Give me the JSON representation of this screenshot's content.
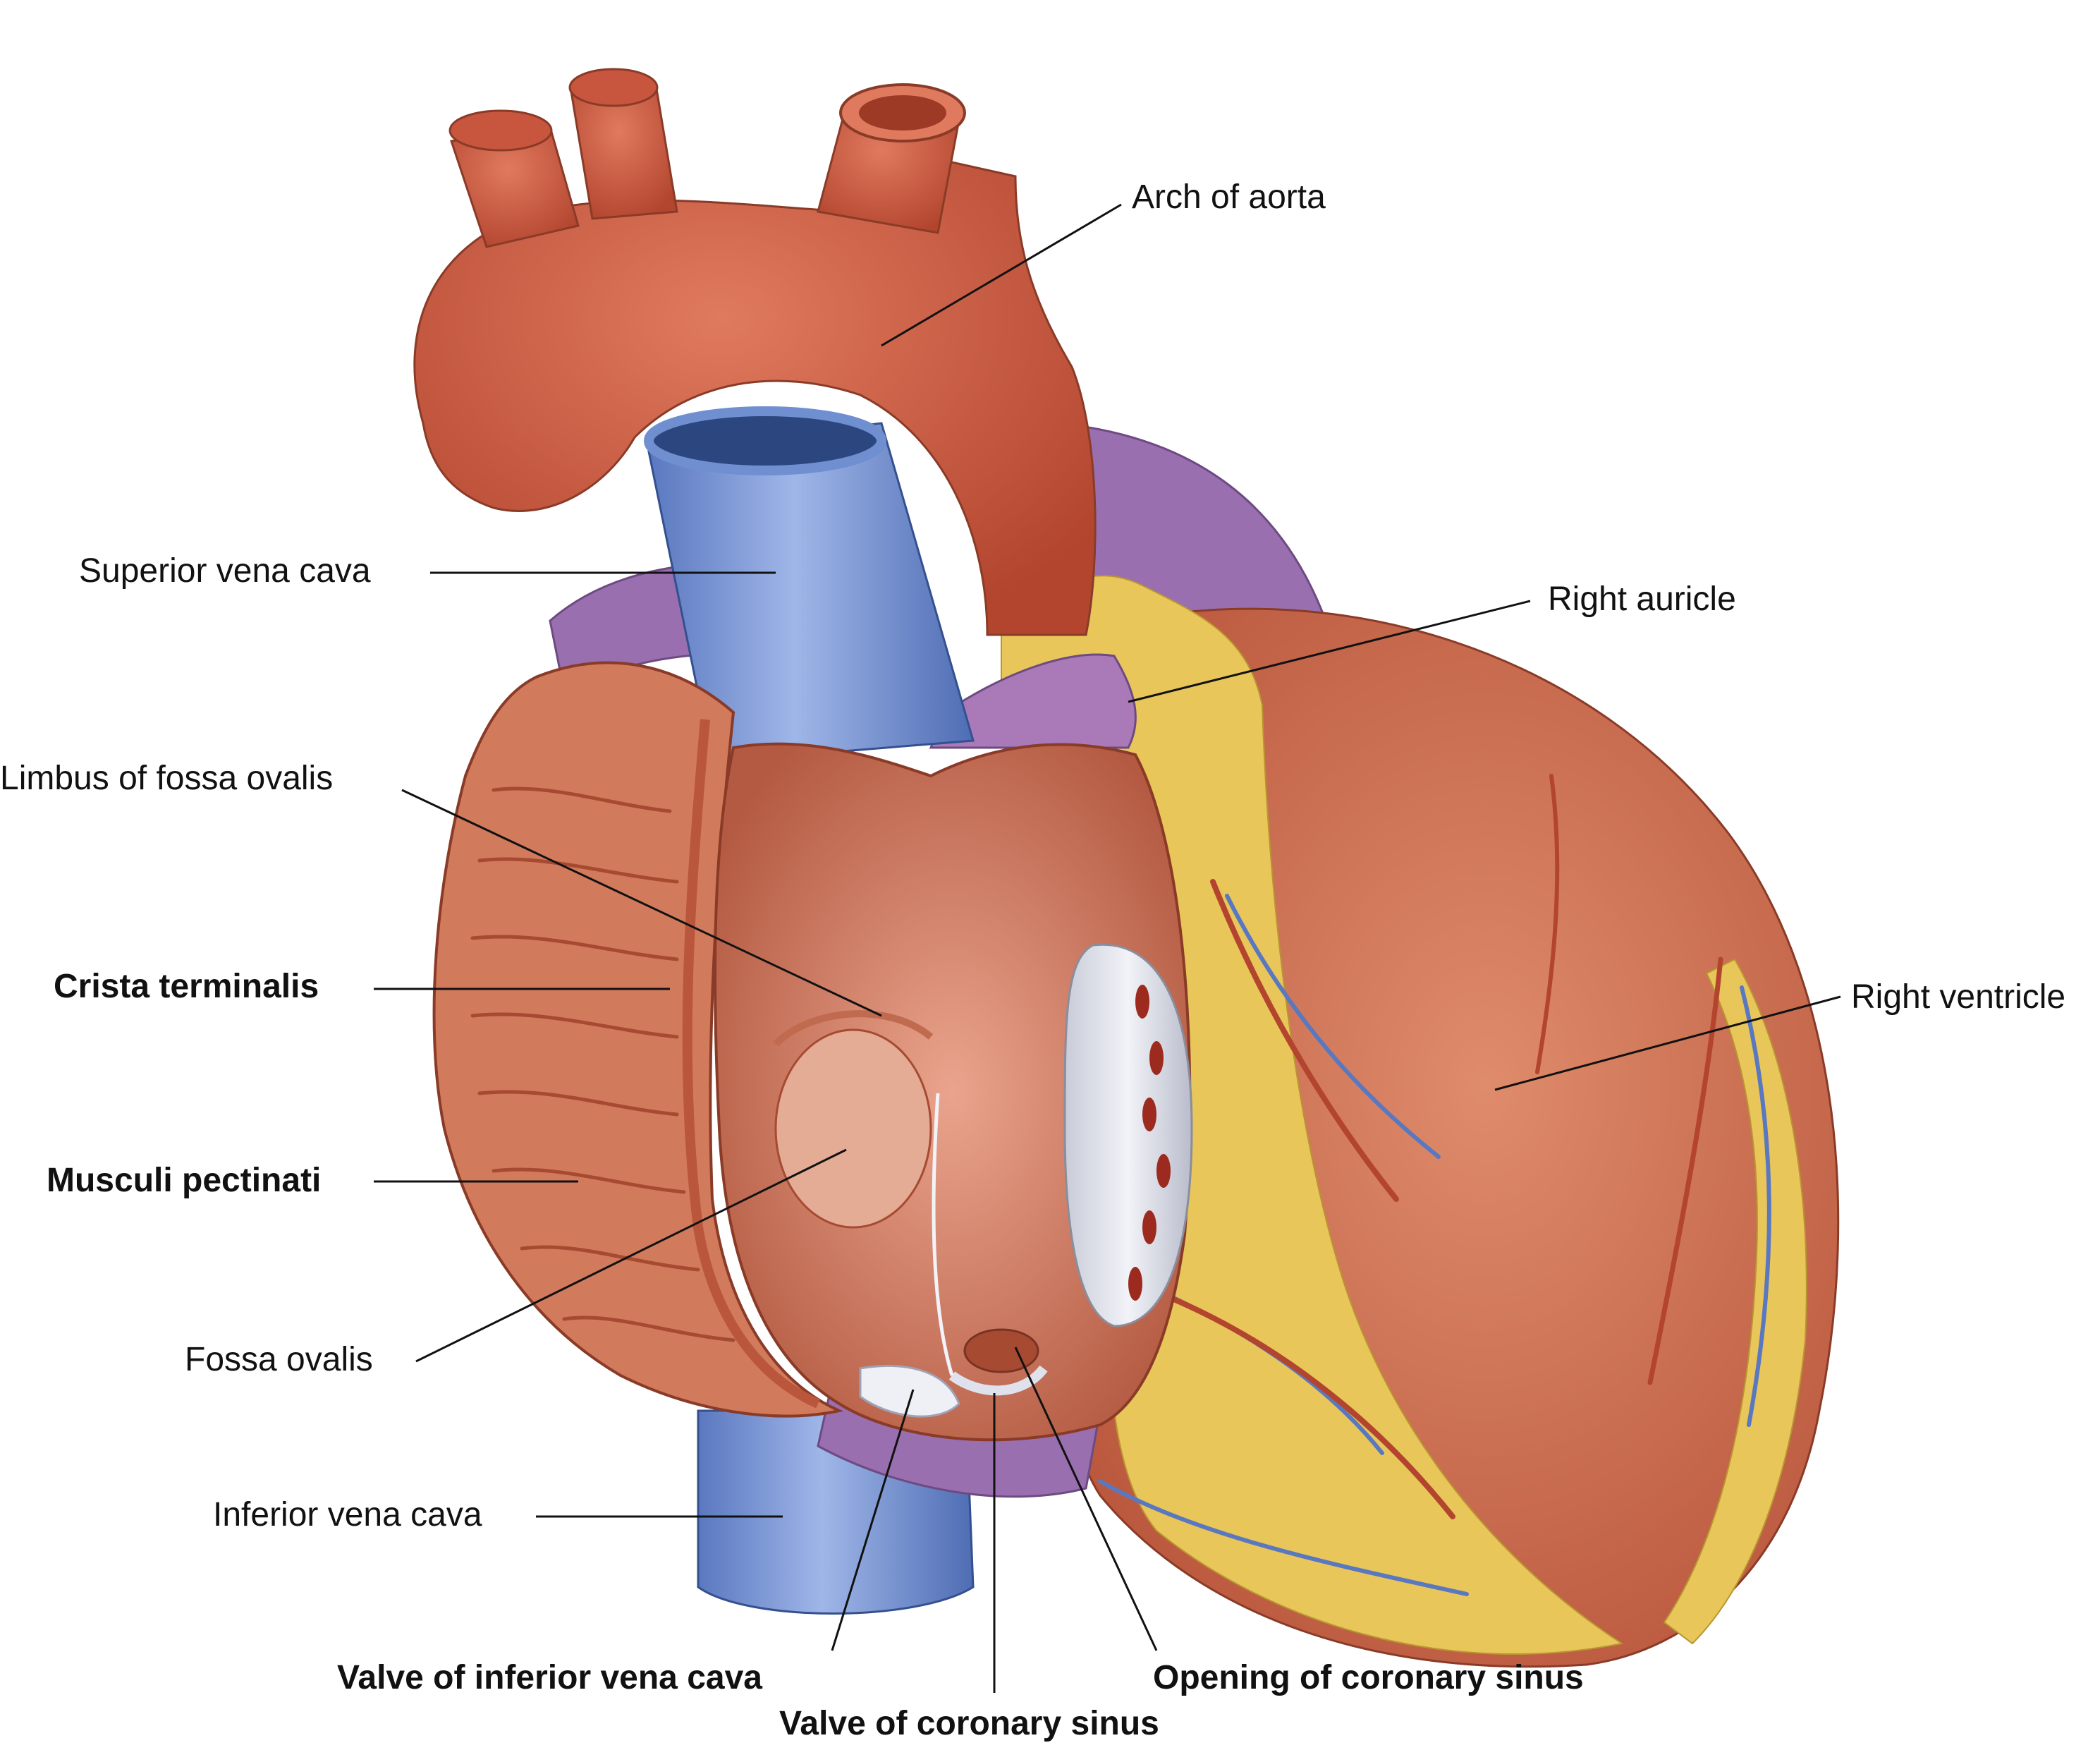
{
  "labels": {
    "arch_of_aorta": "Arch of aorta",
    "superior_vena_cava": "Superior vena cava",
    "right_auricle": "Right auricle",
    "limbus_of_fossa_ovalis": "Limbus of fossa ovalis",
    "crista_terminalis": "Crista terminalis",
    "right_ventricle": "Right ventricle",
    "musculi_pectinati": "Musculi pectinati",
    "fossa_ovalis": "Fossa ovalis",
    "inferior_vena_cava": "Inferior vena cava",
    "valve_of_inferior_vena_cava": "Valve of inferior vena cava",
    "opening_of_coronary_sinus": "Opening of coronary sinus",
    "valve_of_coronary_sinus": "Valve of coronary sinus"
  },
  "colors": {
    "aorta": "#c8553d",
    "vena_cava": "#6f8fd0",
    "pulmonary_purple": "#9a6fb0",
    "fat": "#e8c65a",
    "ventricle_muscle": "#cf6f4f",
    "atrium_interior": "#e0917a",
    "leader_line": "#111111"
  }
}
